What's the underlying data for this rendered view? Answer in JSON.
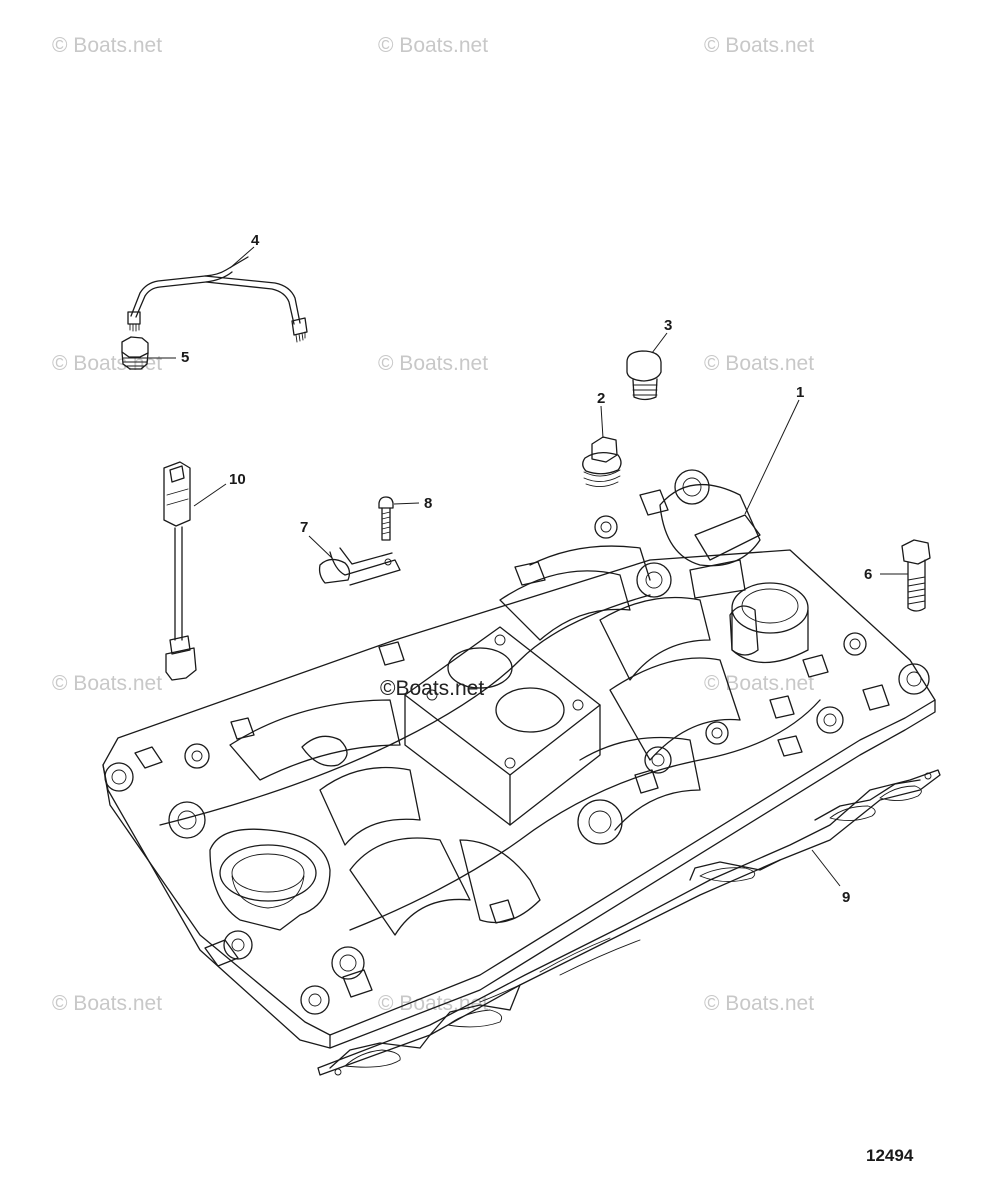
{
  "watermarks": {
    "text": "© Boats.net",
    "center_text": "©Boats.net"
  },
  "figure_number": "12494",
  "callouts": {
    "c1": "1",
    "c2": "2",
    "c3": "3",
    "c4": "4",
    "c5": "5",
    "c6": "6",
    "c7": "7",
    "c8": "8",
    "c9": "9",
    "c10": "10"
  },
  "colors": {
    "line": "#1a1a1a",
    "watermark": "#c8c8c8",
    "background": "#ffffff"
  }
}
